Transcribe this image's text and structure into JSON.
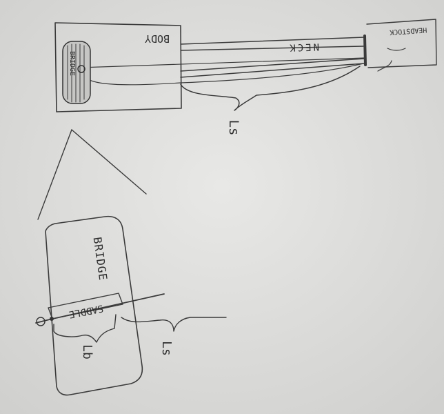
{
  "diagram": {
    "top_view": {
      "body_label": "BODY",
      "neck_label": "NECK",
      "headstock_label": "HEADSTOCK",
      "bridge_label": "BRIDGE",
      "string_length_label": "Ls"
    },
    "bridge_detail": {
      "bridge_label": "BRIDGE",
      "saddle_label": "SADDLE",
      "string_length_label": "Ls",
      "back_length_label": "Lb"
    }
  }
}
